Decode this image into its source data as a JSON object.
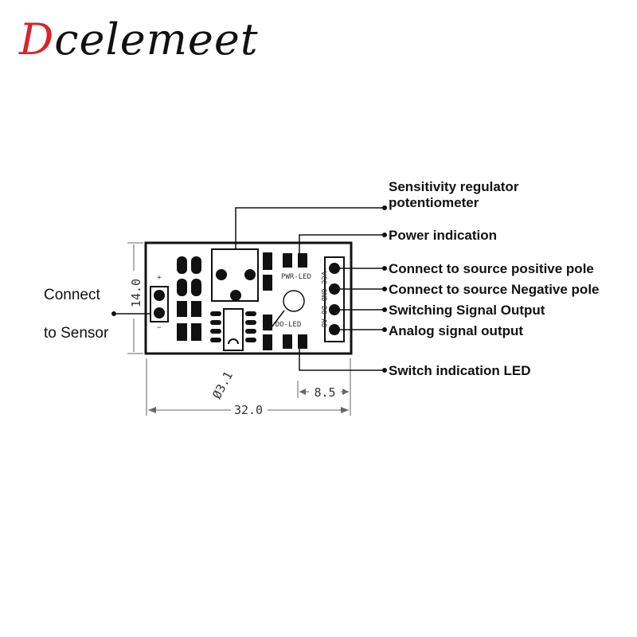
{
  "brand": {
    "logo_first": "D",
    "logo_rest": "celemeet"
  },
  "labels": {
    "sensitivity_line1": "Sensitivity regulator",
    "sensitivity_line2": "potentiometer",
    "power": "Power indication",
    "vcc": "Connect to  source positive pole",
    "gnd": "Connect to  source Negative pole",
    "switching": "Switching Signal Output",
    "analog": "Analog signal output",
    "switch_led": "Switch indication LED",
    "sensor_line1": "Connect",
    "sensor_line2": "to Sensor"
  },
  "dimensions": {
    "height": "14.0",
    "width": "32.0",
    "pin_offset": "8.5",
    "hole": "Ø3.1"
  },
  "silkscreen": {
    "pwr_led": "PWR-LED",
    "do_led": "DO-LED",
    "pins": "VCC GND DO AO",
    "plus": "+",
    "minus": "−"
  }
}
